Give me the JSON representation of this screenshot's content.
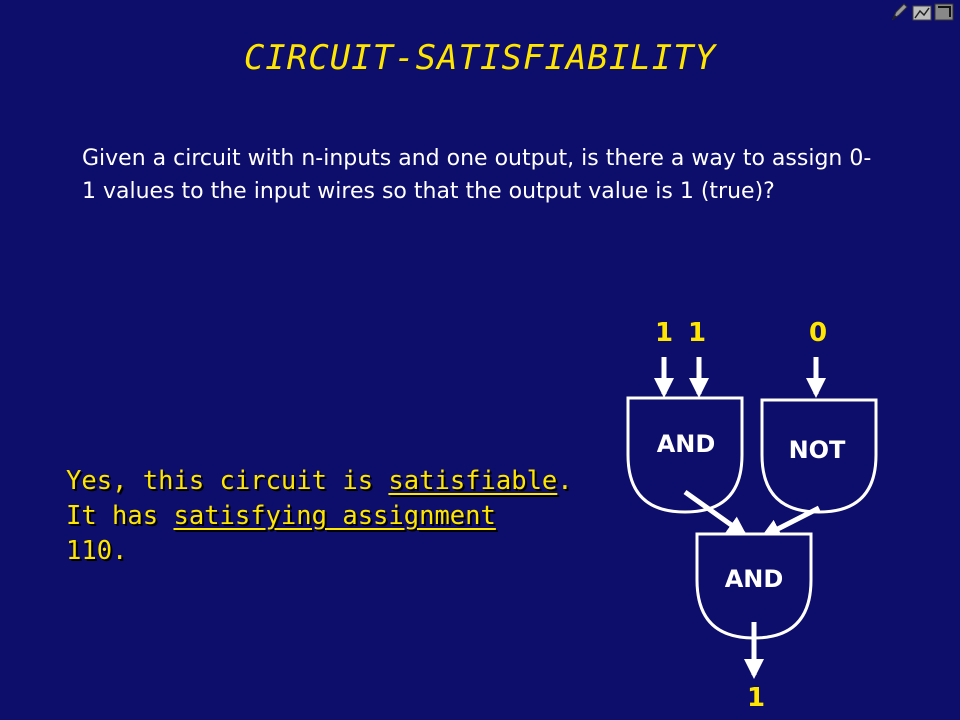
{
  "slide": {
    "title": "CIRCUIT-SATISFIABILITY",
    "question": "Given a circuit with n-inputs and one output, is there a way to assign 0-1 values to the input wires so that the output value is 1 (true)?",
    "answer": {
      "line1_before": "Yes, this circuit is ",
      "line1_underlined": "satisfiable",
      "line1_after": ".",
      "line2_before": "It has ",
      "line2_underlined": "satisfying assignment",
      "line3": "110."
    }
  },
  "circuit": {
    "inputs": [
      "1",
      "1",
      "0"
    ],
    "gates": {
      "and_top": "AND",
      "not": "NOT",
      "and_bottom": "AND"
    },
    "output": "1"
  },
  "nav_icons": [
    "pencil-icon",
    "slideshow-icon",
    "navigation-icon"
  ],
  "colors": {
    "background": "#0d0d6b",
    "title": "#ffe600",
    "body_text": "#ffffff",
    "gate_fill": "#0d0d6b",
    "gate_stroke": "#ffffff"
  }
}
